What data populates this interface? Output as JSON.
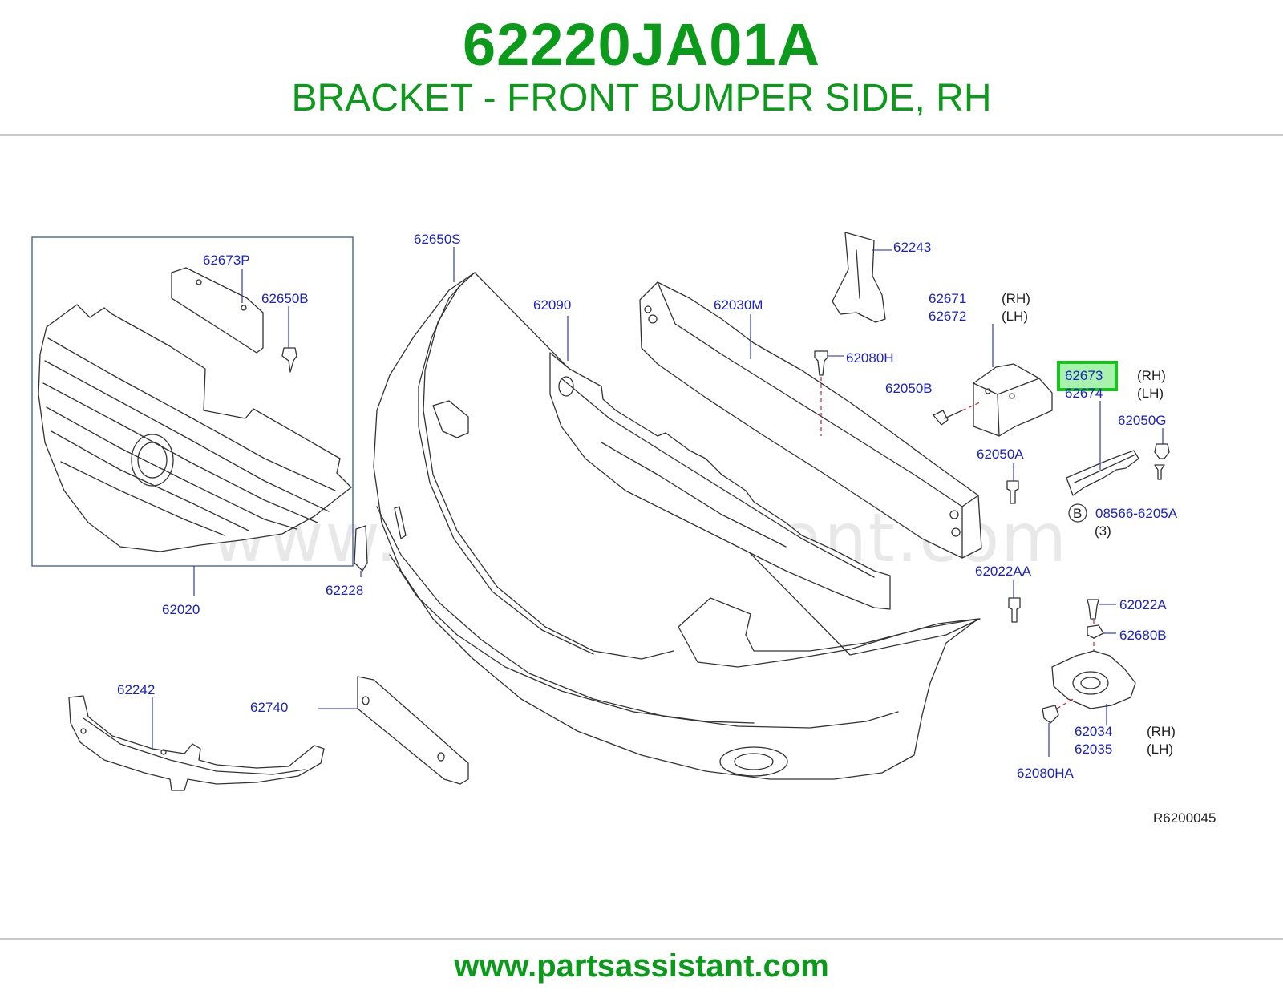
{
  "header": {
    "part_number": "62220JA01A",
    "description": "BRACKET - FRONT BUMPER SIDE, RH"
  },
  "footer": {
    "url": "www.partsassistant.com"
  },
  "watermark": "www.partsassistant.com",
  "colors": {
    "accent_green": "#0b9a1a",
    "label_blue": "#1a22c8",
    "highlight_green": "#19c31e"
  },
  "diagram": {
    "ref_code": "R6200045",
    "highlighted_label": "62673",
    "labels": {
      "p62673P": "62673P",
      "p62650B": "62650B",
      "p62020": "62020",
      "p62228": "62228",
      "p62650S": "62650S",
      "p62090": "62090",
      "p62030M": "62030M",
      "p62243": "62243",
      "p62671": "62671",
      "p62672": "62672",
      "p62080H": "62080H",
      "p62050B": "62050B",
      "p62673": "62673",
      "p62674": "62674",
      "p62050G": "62050G",
      "p62050A": "62050A",
      "p08566": "08566-6205A",
      "qty3": "(3)",
      "p62022AA": "62022AA",
      "p62022A": "62022A",
      "p62680B": "62680B",
      "p62034": "62034",
      "p62035": "62035",
      "p62080HA": "62080HA",
      "p62242": "62242",
      "p62740": "62740"
    },
    "side": {
      "rh": "(RH)",
      "lh": "(LH)"
    },
    "callout_b": "B"
  }
}
